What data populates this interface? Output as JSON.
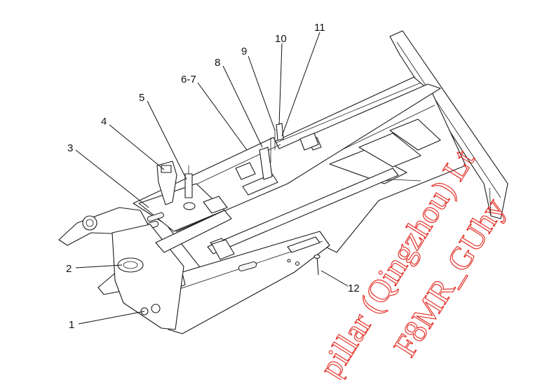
{
  "callouts": [
    {
      "id": "1",
      "label": "1"
    },
    {
      "id": "2",
      "label": "2"
    },
    {
      "id": "3",
      "label": "3"
    },
    {
      "id": "4",
      "label": "4"
    },
    {
      "id": "5",
      "label": "5"
    },
    {
      "id": "6-7",
      "label": "6-7"
    },
    {
      "id": "8",
      "label": "8"
    },
    {
      "id": "9",
      "label": "9"
    },
    {
      "id": "10",
      "label": "10"
    },
    {
      "id": "11",
      "label": "11"
    },
    {
      "id": "12",
      "label": "12"
    }
  ],
  "watermark": {
    "line1": "pillar (Qingzhou) Lt",
    "line2": "F8MR_GUhy",
    "color": "#e2231a"
  }
}
